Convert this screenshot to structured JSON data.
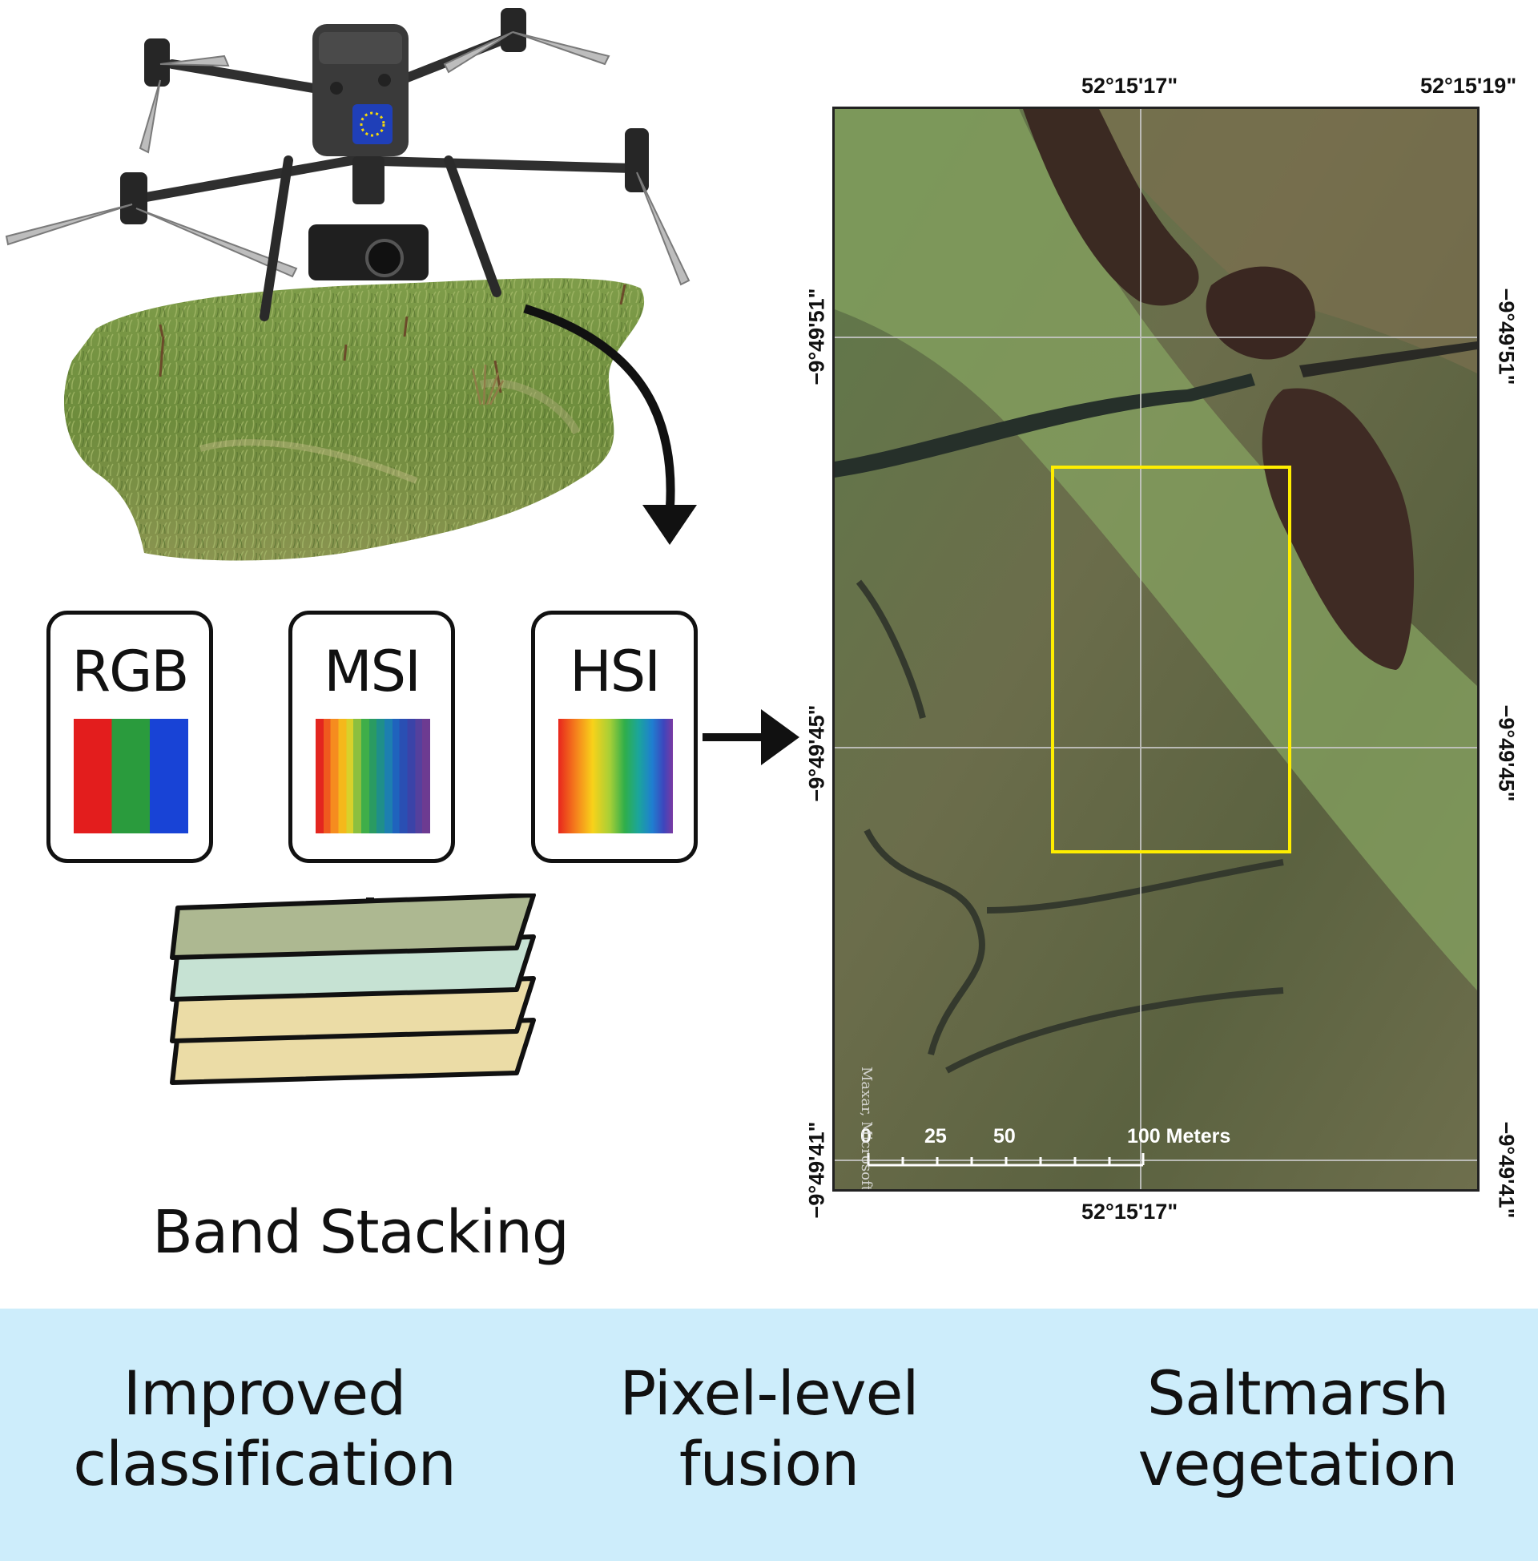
{
  "sensors": [
    {
      "label": "RGB"
    },
    {
      "label": "MSI"
    },
    {
      "label": "HSI"
    }
  ],
  "band_stack": {
    "label": "Band Stacking",
    "layer_colors": [
      "#adb891",
      "#c6e2d3",
      "#ebdca6",
      "#ebdca6"
    ]
  },
  "map": {
    "top_lon_left": "52°15'17\"",
    "top_lon_right": "52°15'19\"",
    "bottom_lon": "52°15'17\"",
    "lat_upper": "−9°49'51\"",
    "lat_middle": "−9°49'45\"",
    "lat_lower": "−9°49'41\"",
    "attribution": "Maxar, Microsoft",
    "scale_labels": [
      "0",
      "25",
      "50",
      "100 Meters"
    ],
    "study_area_color": "#ffee00"
  },
  "banner": {
    "items": [
      "Improved\nclassification",
      "Pixel-level\nfusion",
      "Saltmarsh\nvegetation"
    ],
    "background": "#cdedfb"
  },
  "icons": [
    "drone-icon",
    "grass-patch-image",
    "flow-arrow-icon",
    "satellite-map-image"
  ]
}
